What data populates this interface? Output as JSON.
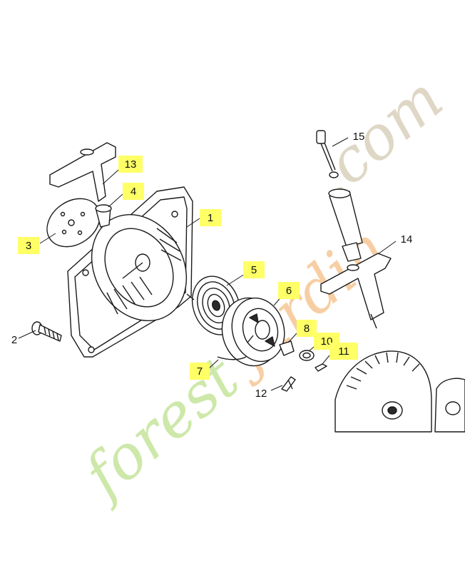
{
  "watermark": {
    "text_part1": "forest",
    "text_part2": "jardin",
    "text_part3": ".com",
    "colors": {
      "green": "#c8e6a0",
      "orange": "#f6c99a",
      "tan": "#dcd3bf"
    }
  },
  "label_highlight_color": "#ffff66",
  "labels": [
    {
      "num": "1",
      "highlighted": true
    },
    {
      "num": "2",
      "highlighted": false
    },
    {
      "num": "3",
      "highlighted": true
    },
    {
      "num": "4",
      "highlighted": true
    },
    {
      "num": "5",
      "highlighted": true
    },
    {
      "num": "6",
      "highlighted": true
    },
    {
      "num": "7",
      "highlighted": true
    },
    {
      "num": "8",
      "highlighted": true
    },
    {
      "num": "10",
      "highlighted": true
    },
    {
      "num": "11",
      "highlighted": true
    },
    {
      "num": "12",
      "highlighted": false
    },
    {
      "num": "13",
      "highlighted": true
    },
    {
      "num": "14",
      "highlighted": false
    },
    {
      "num": "15",
      "highlighted": false
    }
  ]
}
